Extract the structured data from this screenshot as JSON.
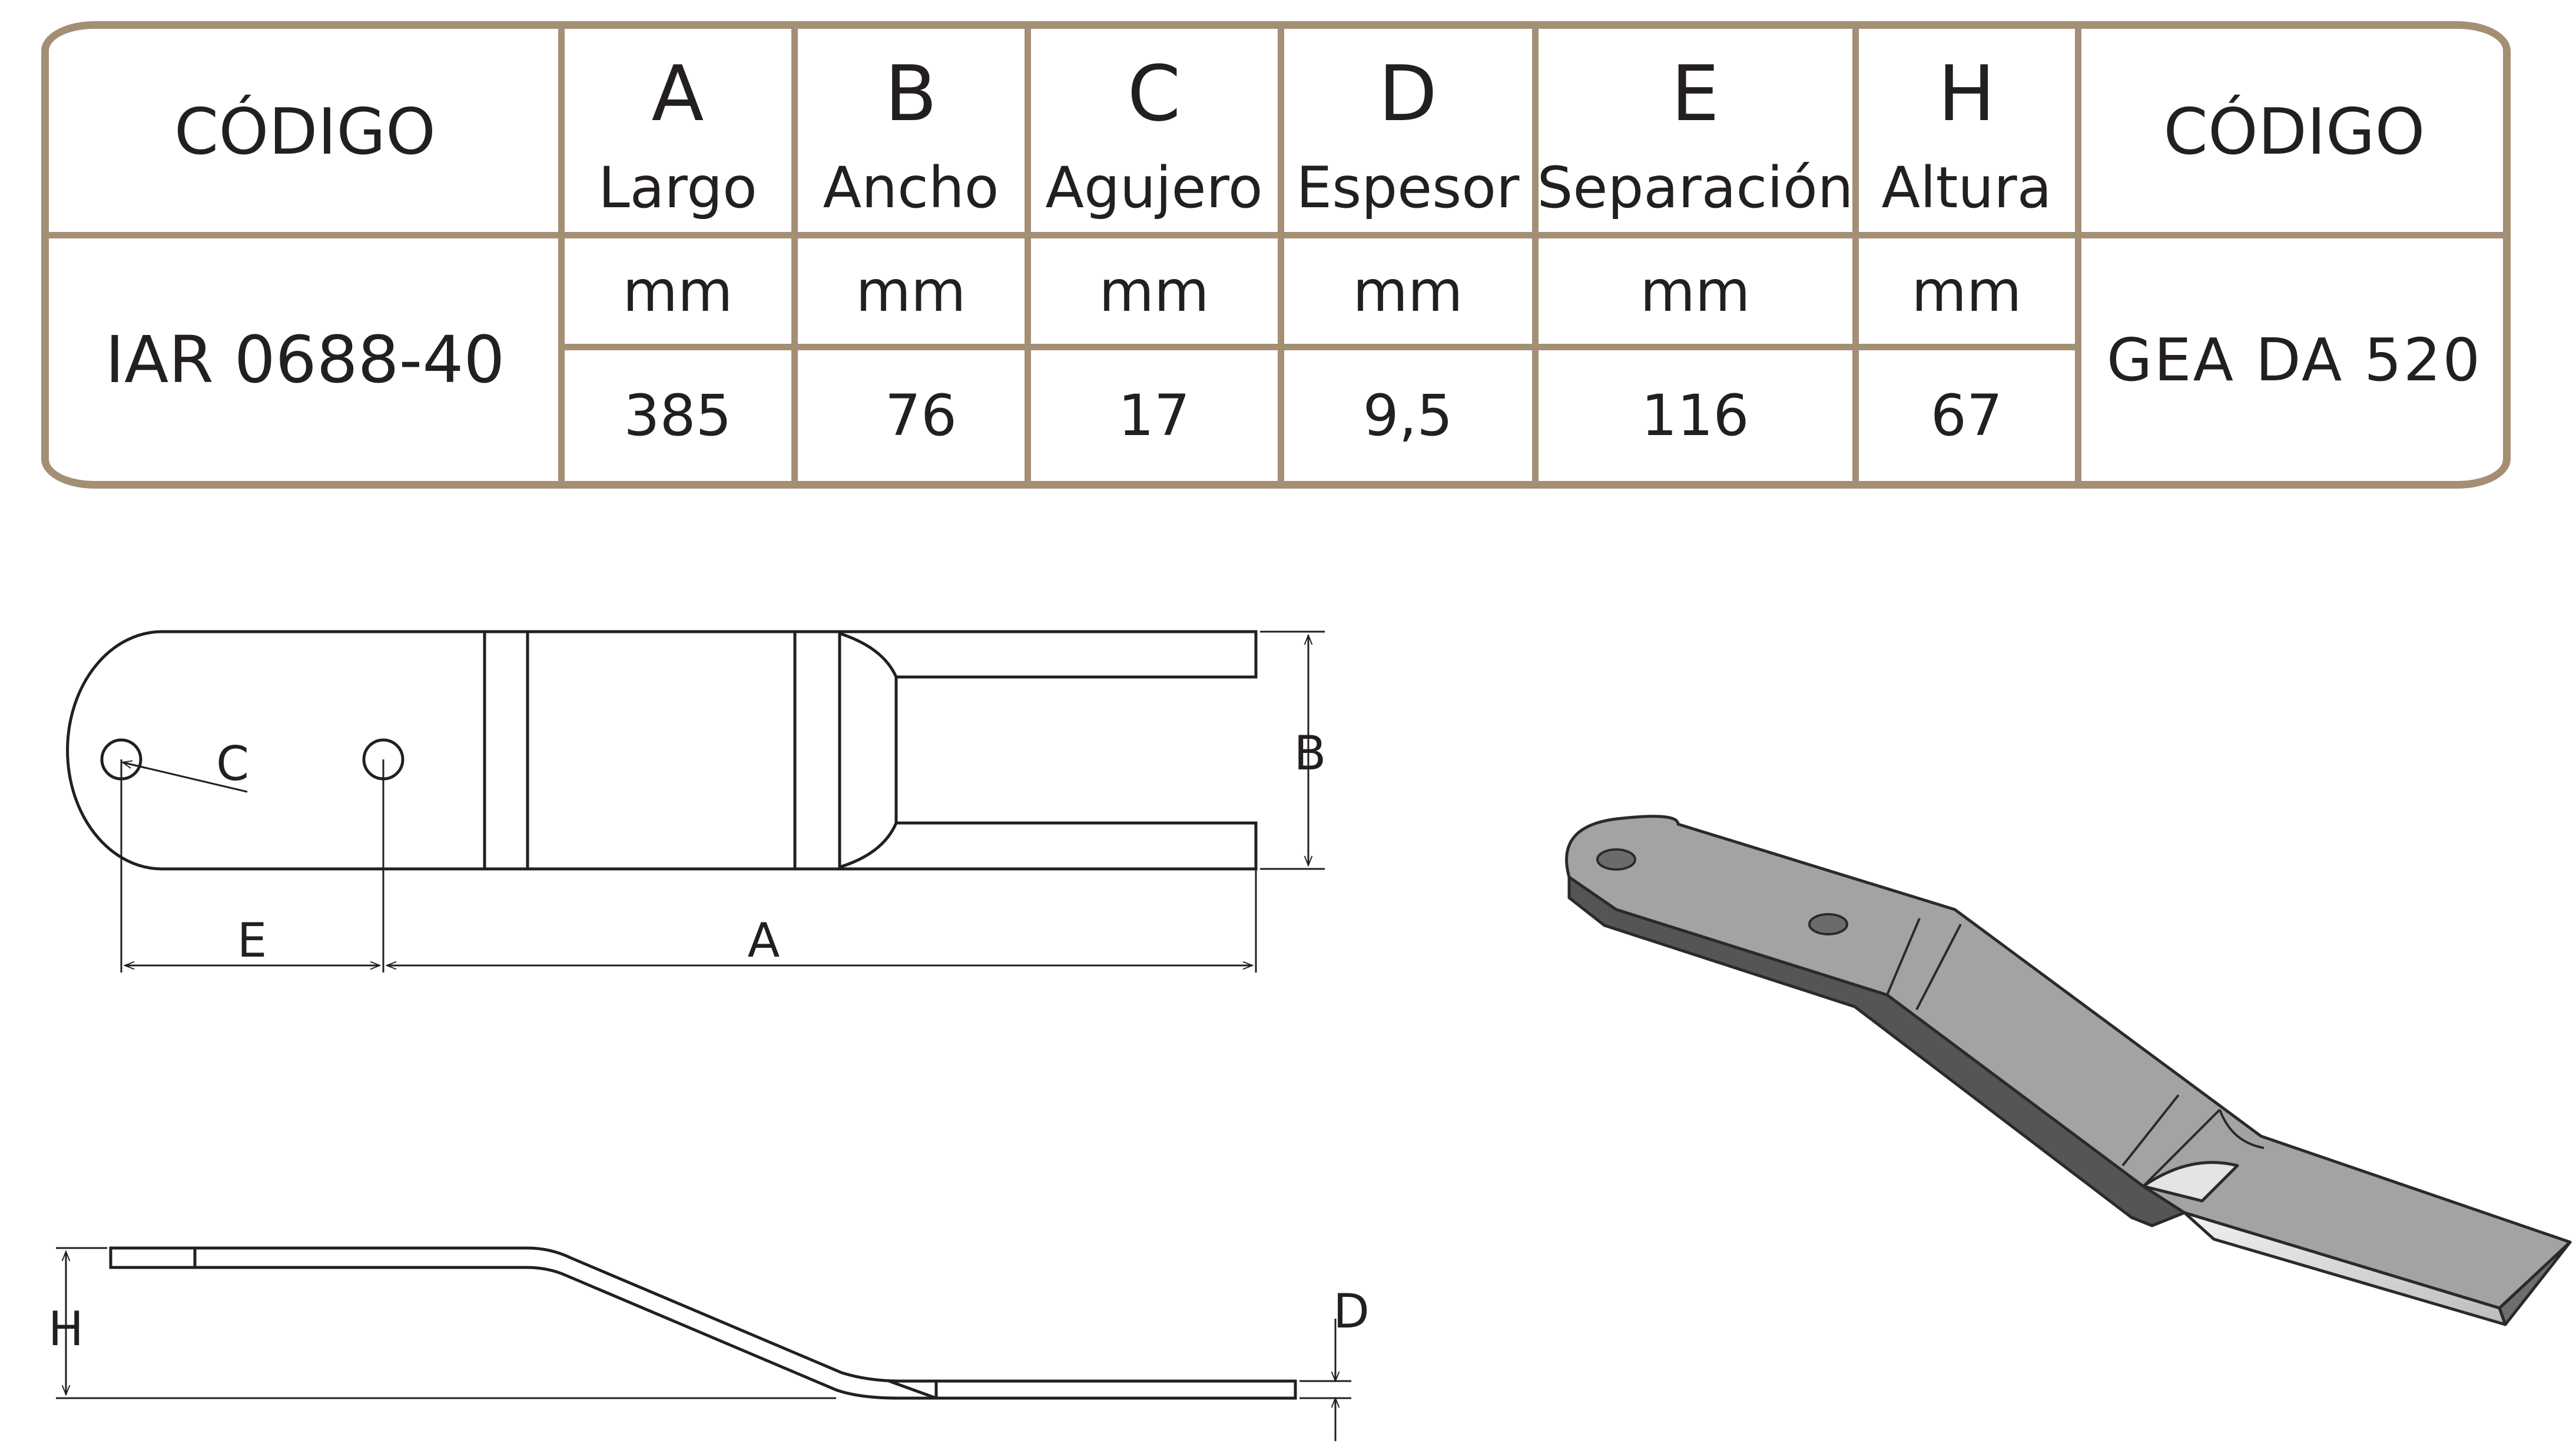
{
  "table": {
    "code_header_left": "CÓDIGO",
    "code_header_right": "CÓDIGO",
    "columns": [
      {
        "letter": "A",
        "name": "Largo",
        "unit": "mm",
        "value": "385"
      },
      {
        "letter": "B",
        "name": "Ancho",
        "unit": "mm",
        "value": "76"
      },
      {
        "letter": "C",
        "name": "Agujero",
        "unit": "mm",
        "value": "17"
      },
      {
        "letter": "D",
        "name": "Espesor",
        "unit": "mm",
        "value": "9,5"
      },
      {
        "letter": "E",
        "name": "Separación",
        "unit": "mm",
        "value": "116"
      },
      {
        "letter": "H",
        "name": "Altura",
        "unit": "mm",
        "value": "67"
      }
    ],
    "code_left": "IAR 0688-40",
    "code_right": "GEA DA 520"
  },
  "drawing_labels": {
    "a": "A",
    "b": "B",
    "c": "C",
    "d": "D",
    "e": "E",
    "h": "H"
  },
  "colors": {
    "table_border": "#a48f75",
    "text": "#231f20",
    "part_top": "#a3a3a3",
    "part_side": "#555555"
  }
}
